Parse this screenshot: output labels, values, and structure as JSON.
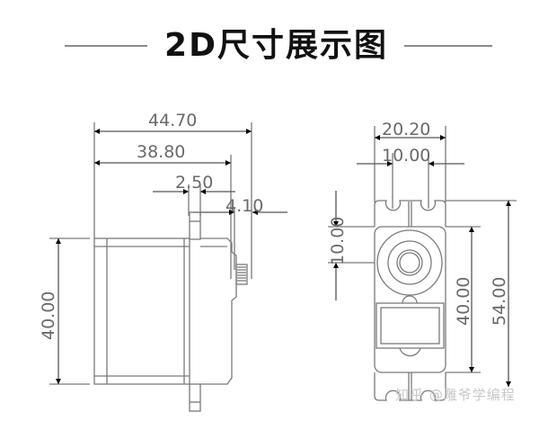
{
  "title": "2D尺寸展示图",
  "side_view": {
    "dimensions": {
      "overall_width": "44.70",
      "body_width": "38.80",
      "flange_thickness": "2.50",
      "shaft_protrusion": "4.10",
      "body_height": "40.00"
    }
  },
  "front_view": {
    "dimensions": {
      "overall_width": "20.20",
      "hole_spacing": "10.00",
      "hole_to_shaft": "10.00",
      "body_height": "40.00",
      "overall_height": "54.00"
    }
  },
  "watermark": "知乎 @雕爷学编程",
  "colors": {
    "line": "#7a7a7a",
    "arrow": "#000000",
    "title": "#111111",
    "text": "#6a6a6a",
    "watermark": "#c8c8c8"
  }
}
